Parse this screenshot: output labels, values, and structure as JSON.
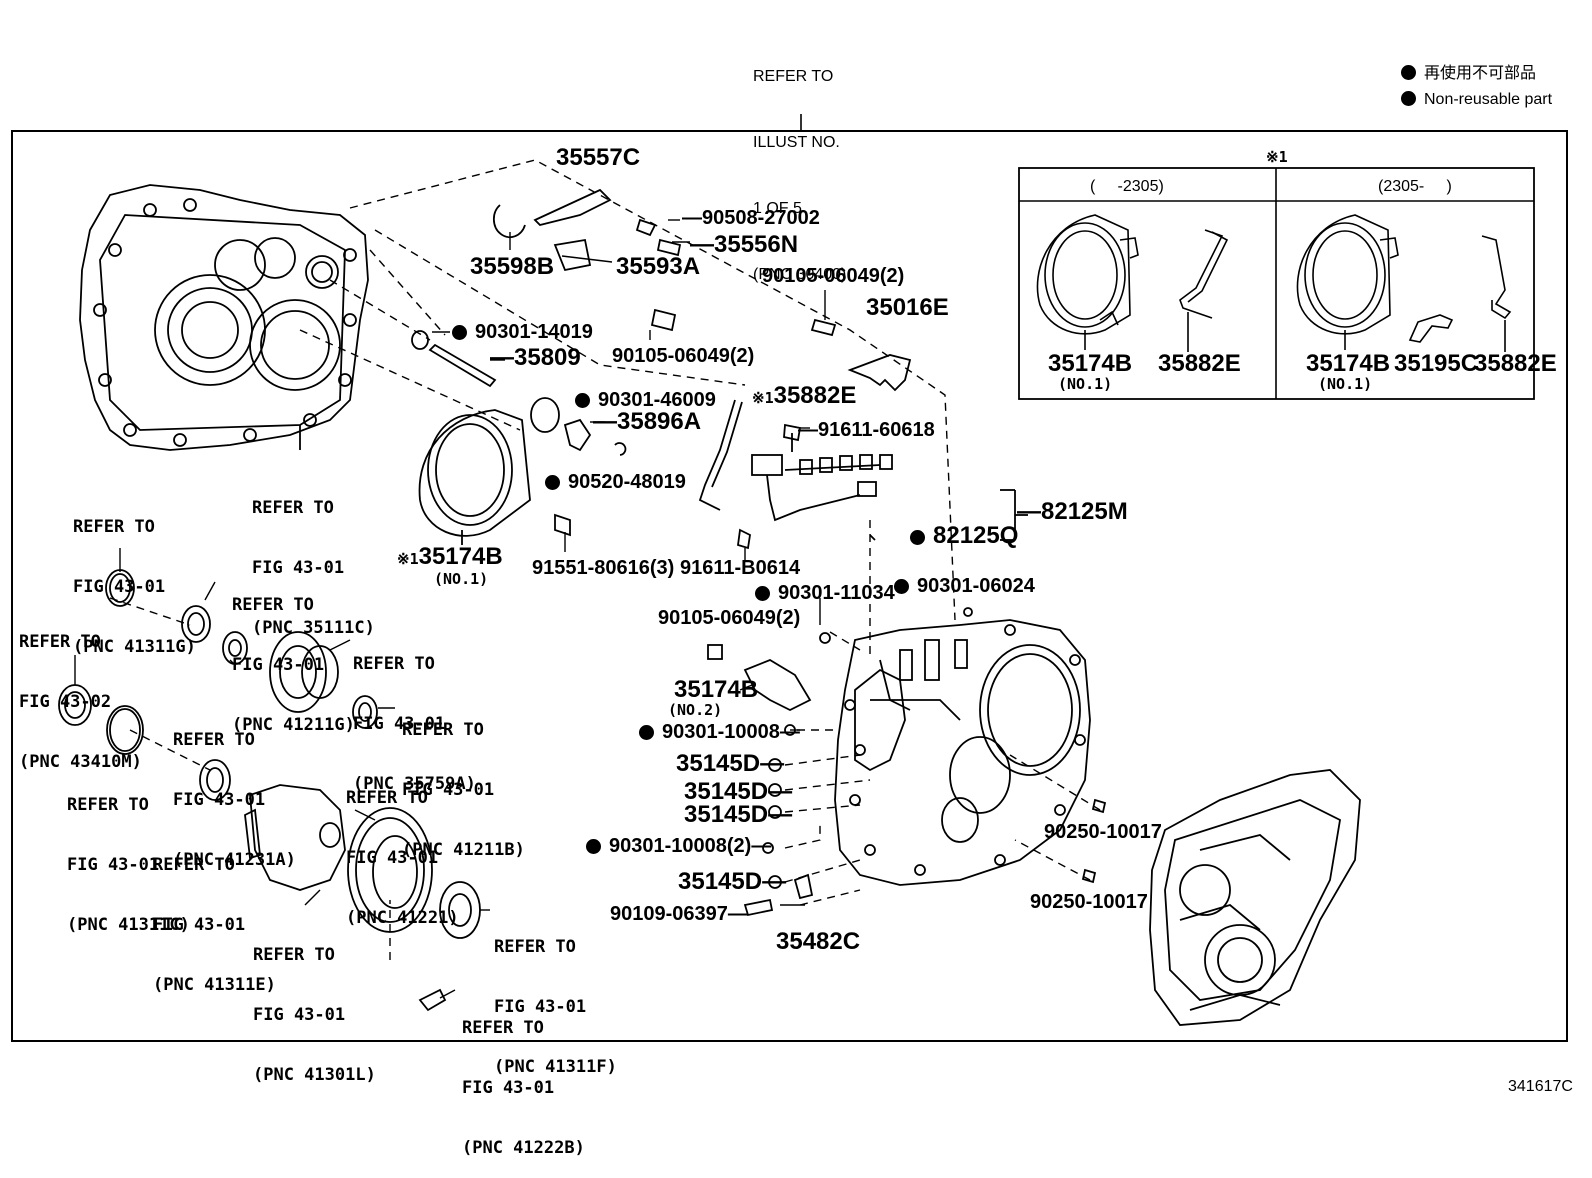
{
  "header": {
    "refer_illust": [
      "REFER TO",
      "ILLUST NO.",
      "1 OF 5",
      "(PNC 30400)"
    ]
  },
  "legend": {
    "japanese": "再使用不可部品",
    "english": "Non-reusable part"
  },
  "inset": {
    "mark": "※1",
    "left_col": "(     -2305)",
    "right_col": "(2305-     )",
    "left_parts": [
      "35174B",
      "(NO.1)",
      "35882E"
    ],
    "right_parts": [
      "35174B",
      "(NO.1)",
      "35195C",
      "35882E"
    ]
  },
  "parts": {
    "p35557C": "35557C",
    "p35598B": "35598B",
    "p35593A": "35593A",
    "p90508": "90508-27002",
    "p35556N": "35556N",
    "p90105_top": "90105-06049(2)",
    "p90105_a": "90105-06049(2)",
    "p35016E": "35016E",
    "p90301_14019": "90301-14019",
    "p35809": "35809",
    "p90301_46009": "90301-46009",
    "p35896A": "35896A",
    "p35882E": "35882E",
    "mark1": "※1",
    "mark2": "※1",
    "p91611_60618": "91611-60618",
    "p90520": "90520-48019",
    "p82125M": "82125M",
    "p82125Q": "82125Q",
    "p35174B": "35174B",
    "p35174B_no": "(NO.1)",
    "p91551": "91551-80616(3)",
    "p91611_B0614": "91611-B0614",
    "p90301_11034": "90301-11034",
    "p90301_06024": "90301-06024",
    "p90105_b": "90105-06049(2)",
    "p35174B2": "35174B",
    "p35174B2_no": "(NO.2)",
    "p90301_10008": "90301-10008",
    "p35145D_1": "35145D",
    "p35145D_2": "35145D",
    "p35145D_3": "35145D",
    "p90301_10008_2": "90301-10008(2)",
    "p35145D_4": "35145D",
    "p90109": "90109-06397",
    "p35482C": "35482C",
    "p90250_a": "90250-10017",
    "p90250_b": "90250-10017"
  },
  "refs": {
    "r35111C": [
      "REFER TO",
      "FIG 43-01",
      "(PNC 35111C)"
    ],
    "r41311G": [
      "REFER TO",
      "FIG 43-01",
      "(PNC 41311G)"
    ],
    "r41211G": [
      "REFER TO",
      "FIG 43-01",
      "(PNC 41211G)"
    ],
    "r43410M": [
      "REFER TO",
      "FIG 43-02",
      "(PNC 43410M)"
    ],
    "r35759A": [
      "REFER TO",
      "FIG 43-01",
      "(PNC 35759A)"
    ],
    "r41231A": [
      "REFER TO",
      "FIG 43-01",
      "(PNC 41231A)"
    ],
    "r41211B": [
      "REFER TO",
      "FIG 43-01",
      "(PNC 41211B)"
    ],
    "r41311C": [
      "REFER TO",
      "FIG 43-01",
      "(PNC 41311C)"
    ],
    "r41221": [
      "REFER TO",
      "FIG 43-01",
      "(PNC 41221)"
    ],
    "r41311E": [
      "REFER TO",
      "FIG 43-01",
      "(PNC 41311E)"
    ],
    "r41301L": [
      "REFER TO",
      "FIG 43-01",
      "(PNC 41301L)"
    ],
    "r41311F": [
      "REFER TO",
      "FIG 43-01",
      "(PNC 41311F)"
    ],
    "r41222B": [
      "REFER TO",
      "FIG 43-01",
      "(PNC 41222B)"
    ]
  },
  "footer": {
    "illustration_code": "341617C"
  }
}
